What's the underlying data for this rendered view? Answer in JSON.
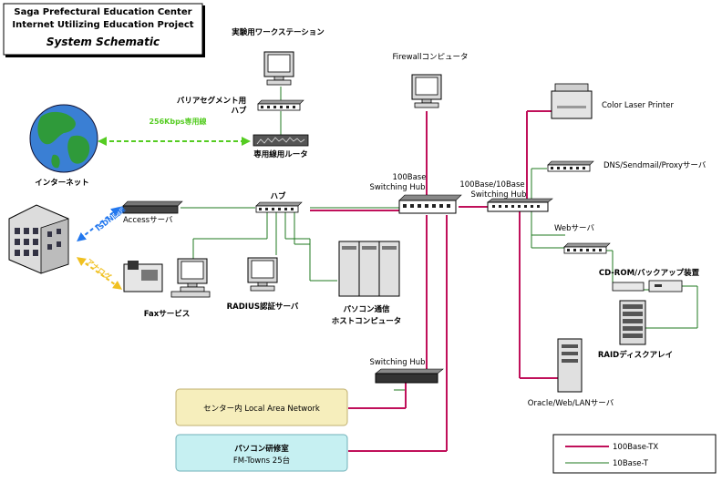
{
  "title": {
    "line1": "Saga Prefectural Education Center",
    "line2": "Internet Utilizing Education Project",
    "line3": "System Schematic"
  },
  "labels": {
    "workstation": "実験用ワークステーション",
    "firewall": "Firewallコンピュータ",
    "barrier_hub_1": "バリアセグメント用",
    "barrier_hub_2": "ハブ",
    "leased_line": "256Kbps専用線",
    "leased_router": "専用線用ルータ",
    "internet": "インターネット",
    "printer": "Color Laser Printer",
    "dns": "DNS/Sendmail/Proxyサーバ",
    "hub100_1": "100Base",
    "hub100_2": "Switching Hub",
    "hub10_1": "100Base/10Base",
    "hub10_2": "Switching Hub",
    "hub": "ハブ",
    "access": "Accessサーバ",
    "isdn": "ISDN回線",
    "analog": "アナログ",
    "web": "Webサーバ",
    "cdrom": "CD-ROM/バックアップ装置",
    "raid": "RAIDディスクアレイ",
    "fax": "Faxサービス",
    "radius": "RADIUS認証サーバ",
    "pc_host_1": "パソコン通信",
    "pc_host_2": "ホストコンピュータ",
    "switching_hub": "Switching Hub",
    "oracle": "Oracle/Web/LANサーバ",
    "lan_box": "センター内 Local Area Network",
    "pc_room_1": "パソコン研修室",
    "pc_room_2": "FM-Towns 25台"
  },
  "legend": {
    "tx": "100Base-TX",
    "t": "10Base-T"
  },
  "colors": {
    "tx_line": "#c0105a",
    "t_line": "#1f7a1f",
    "lan_box": "#f6eebc",
    "pc_room_box": "#c6f0f2",
    "leased_green": "#55cc22",
    "isdn_blue": "#2277ee",
    "analog_yellow": "#f0c020"
  }
}
